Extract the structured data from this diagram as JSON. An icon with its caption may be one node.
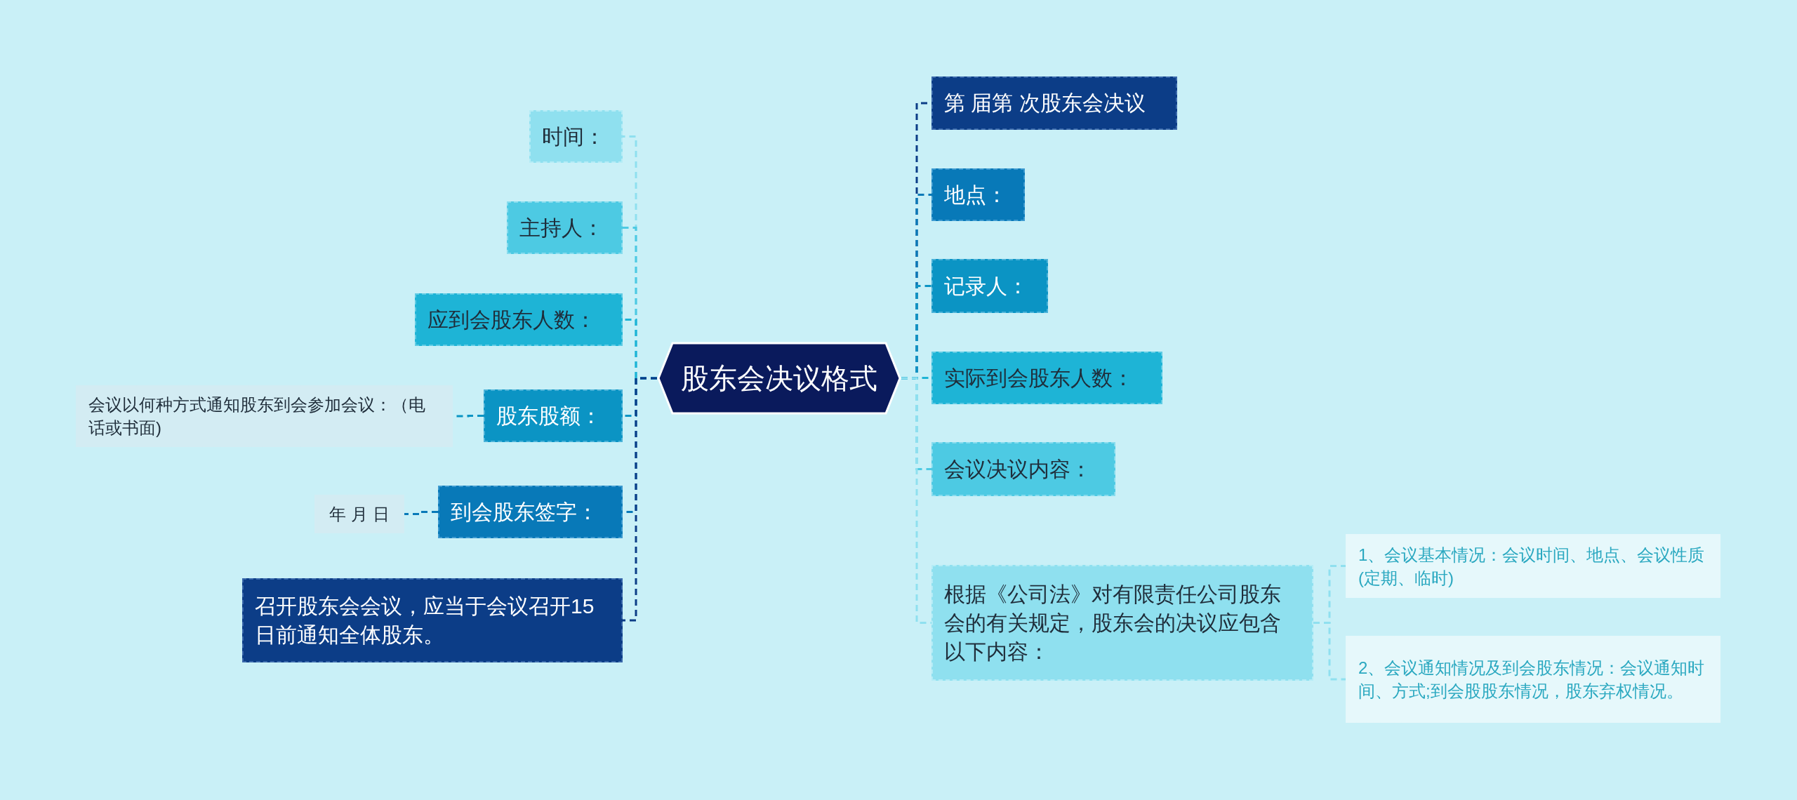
{
  "diagram": {
    "nodes": [
      {
        "text": [
          "股东会决议格式"
        ]
      },
      {
        "text": [
          "时间："
        ]
      },
      {
        "text": [
          "主持人："
        ]
      },
      {
        "text": [
          "应到会股东人数："
        ]
      },
      {
        "text": [
          "股东股额："
        ]
      },
      {
        "text": [
          "会议以何种方式通知股东到会参加会议：（电话或书面)"
        ]
      },
      {
        "text": [
          "到会股东签字："
        ]
      },
      {
        "text": [
          "年 月 日"
        ]
      },
      {
        "text": [
          "召开股东会会议，应当于会议召开15日前通知全体股东。"
        ]
      },
      {
        "text": [
          "第 届第 次股东会决议"
        ]
      },
      {
        "text": [
          "地点："
        ]
      },
      {
        "text": [
          "记录人："
        ]
      },
      {
        "text": [
          "实际到会股东人数："
        ]
      },
      {
        "text": [
          "会议决议内容："
        ]
      },
      {
        "text": [
          "根据《公司法》对有限责任公司股东会的有关规定，股东会的决议应包含以下内容："
        ]
      },
      {
        "text": [
          "1、会议基本情况：会议时间、地点、会议性质(定期、临时)"
        ]
      },
      {
        "text": [
          "2、会议通知情况及到会股东情况：会议通知时间、方式;到会股股东情况，股东弃权情况。"
        ]
      }
    ],
    "edges": [
      {
        "from": 0,
        "to": 1,
        "arrow": "none",
        "style": "dashed",
        "color": "#8fe0ef"
      },
      {
        "from": 0,
        "to": 2,
        "arrow": "none",
        "style": "dashed",
        "color": "#4dcae3"
      },
      {
        "from": 0,
        "to": 3,
        "arrow": "none",
        "style": "dashed",
        "color": "#1eb4d6"
      },
      {
        "from": 0,
        "to": 4,
        "arrow": "none",
        "style": "dashed",
        "color": "#0b94c4"
      },
      {
        "from": 4,
        "to": 5,
        "arrow": "none",
        "style": "dashed",
        "color": "#0b94c4"
      },
      {
        "from": 0,
        "to": 6,
        "arrow": "none",
        "style": "dashed",
        "color": "#0879b8"
      },
      {
        "from": 6,
        "to": 7,
        "arrow": "none",
        "style": "dashed",
        "color": "#0879b8"
      },
      {
        "from": 0,
        "to": 8,
        "arrow": "none",
        "style": "dashed",
        "color": "#0c3d87"
      },
      {
        "from": 0,
        "to": 9,
        "arrow": "none",
        "style": "dashed",
        "color": "#0c3d87"
      },
      {
        "from": 0,
        "to": 10,
        "arrow": "none",
        "style": "dashed",
        "color": "#0879b8"
      },
      {
        "from": 0,
        "to": 11,
        "arrow": "none",
        "style": "dashed",
        "color": "#0b94c4"
      },
      {
        "from": 0,
        "to": 12,
        "arrow": "none",
        "style": "dashed",
        "color": "#1eb4d6"
      },
      {
        "from": 0,
        "to": 13,
        "arrow": "none",
        "style": "dashed",
        "color": "#4dcae3"
      },
      {
        "from": 0,
        "to": 14,
        "arrow": "none",
        "style": "dashed",
        "color": "#8fe0ef"
      },
      {
        "from": 14,
        "to": 15,
        "arrow": "none",
        "style": "dashed",
        "color": "#8fe0ef"
      },
      {
        "from": 14,
        "to": 16,
        "arrow": "none",
        "style": "dashed",
        "color": "#8fe0ef"
      }
    ]
  }
}
